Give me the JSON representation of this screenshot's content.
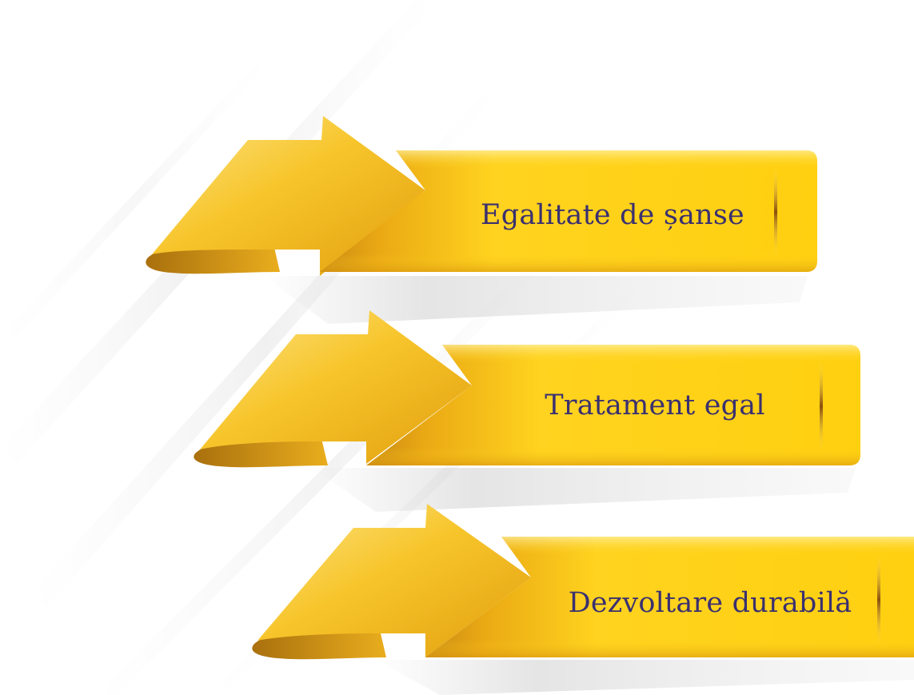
{
  "diagram": {
    "items": [
      {
        "label": "Egalitate de șanse"
      },
      {
        "label": "Tratament egal"
      },
      {
        "label": "Dezvoltare durabilă"
      }
    ],
    "colors": {
      "background": "#ffffff",
      "ribbon_light": "#ffd31f",
      "ribbon_mid": "#f6be16",
      "ribbon_dark": "#c98a14",
      "ribbon_edge": "#e8a912",
      "arrow_light": "#fde58a",
      "arrow_dark": "#e5a510",
      "text": "#3a3070",
      "shadow": "#d9d9d9"
    }
  }
}
